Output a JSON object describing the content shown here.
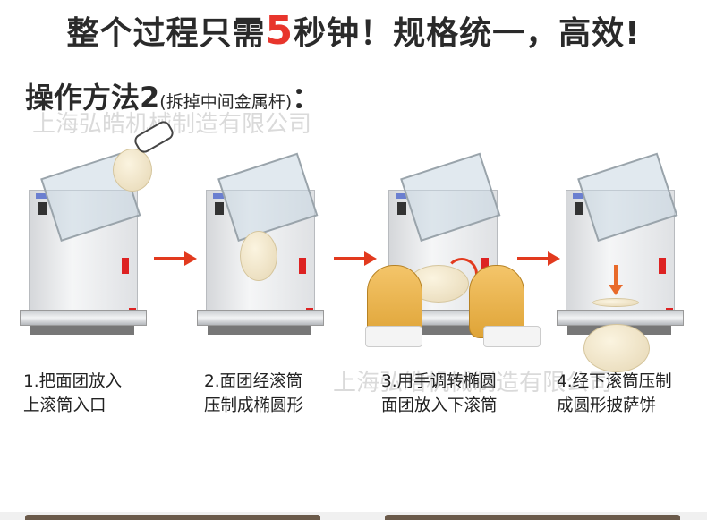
{
  "headline": {
    "before": "整个过程只需",
    "number": "5",
    "after": "秒钟！规格统一，高效!"
  },
  "method": {
    "title": "操作方法2",
    "subtitle": "(拆掉中间金属杆)",
    "colon": "："
  },
  "watermark": "上海弘皓机械制造有限公司",
  "steps": [
    {
      "line1": "1.把面团放入",
      "line2": "上滚筒入口"
    },
    {
      "line1": "2.面团经滚筒",
      "line2": "压制成椭圆形"
    },
    {
      "line1": "3.用手调转椭圆",
      "line2": "面团放入下滚筒"
    },
    {
      "line1": "4.经下滚筒压制",
      "line2": "成圆形披萨饼"
    }
  ],
  "colors": {
    "accent": "#e8352c",
    "arrow": "#e23a1e",
    "text": "#2a2a2a"
  }
}
